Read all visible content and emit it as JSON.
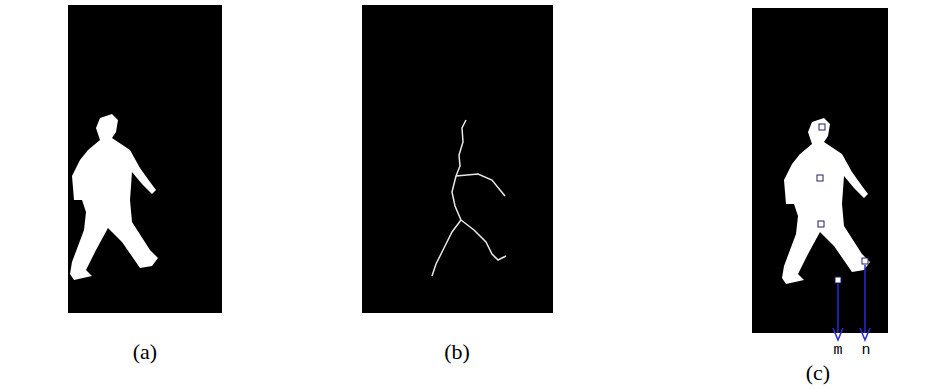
{
  "diagram": {
    "labels": [
      "(a)",
      "(b)",
      "(c)",
      "m",
      "n"
    ]
  }
}
